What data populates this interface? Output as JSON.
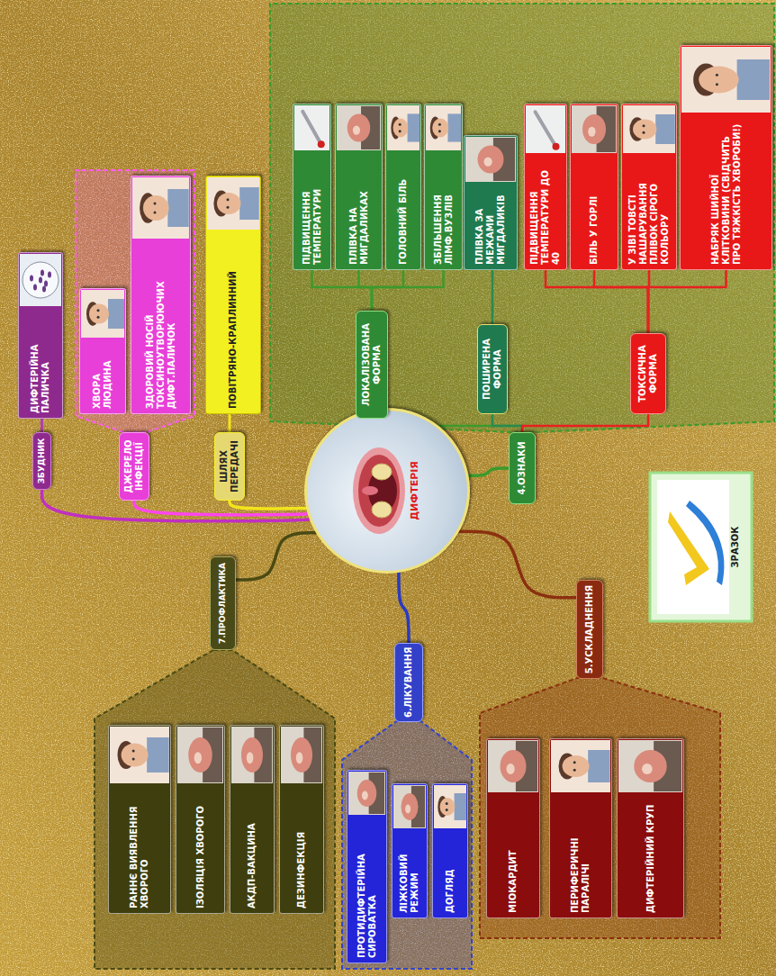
{
  "diagram": {
    "nodes": [
      {
        "text": [
          "ДИФТЕРІЯ"
        ]
      },
      {
        "text": [
          "ЗБУДНИК"
        ]
      },
      {
        "text": [
          "ДИФТЕРІЙНА ПАЛИЧКА"
        ]
      },
      {
        "text": [
          "ДЖЕРЕЛО ІНФЕКЦІЇ"
        ]
      },
      {
        "text": [
          "ХВОРА ЛЮДИНА"
        ]
      },
      {
        "text": [
          "ЗДОРОВИЙ НОСІЙ ТОКСИНОУТВОРЮЮЧИХ ДИФТ.ПАЛИЧОК"
        ]
      },
      {
        "text": [
          "ШЛЯХ ПЕРЕДАЧІ"
        ]
      },
      {
        "text": [
          "ПОВІТРЯНО-КРАПЛИННИЙ"
        ]
      },
      {
        "text": [
          "4.ОЗНАКИ"
        ]
      },
      {
        "text": [
          "ЛОКАЛІЗОВАНА ФОРМА"
        ]
      },
      {
        "text": [
          "ПІДВИЩЕННЯ ТЕМПЕРАТУРИ"
        ]
      },
      {
        "text": [
          "ПЛІВКА НА МИГДАЛИКАХ"
        ]
      },
      {
        "text": [
          "ГОЛОВНИЙ БІЛЬ"
        ]
      },
      {
        "text": [
          "ЗБІЛЬШЕННЯ ЛІМФ.ВУЗЛІВ"
        ]
      },
      {
        "text": [
          "ПОШИРЕНА ФОРМА"
        ]
      },
      {
        "text": [
          "ПЛІВКА ЗА МЕЖАМИ МИГДАЛИКІВ"
        ]
      },
      {
        "text": [
          "ТОКСИЧНА ФОРМА"
        ]
      },
      {
        "text": [
          "ПІДВИЩЕННЯ ТЕМПЕРАТУРИ ДО 40"
        ]
      },
      {
        "text": [
          "БІЛЬ У ГОРЛІ"
        ]
      },
      {
        "text": [
          "У ЗІВІ ТОВСТІ НАШАРУВАННЯ ПЛІВОК СІРОГО КОЛЬОРУ"
        ]
      },
      {
        "text": [
          "НАБРЯК ШИЙНОЇ КЛІТКОВИНИ (СВІДЧИТЬ ПРО ТЯЖКІСТЬ ХВОРОБИ!)"
        ]
      },
      {
        "text": [
          "5.УСКЛАДНЕННЯ"
        ]
      },
      {
        "text": [
          "МІОКАРДИТ"
        ]
      },
      {
        "text": [
          "ПЕРИФЕРИЧНІ ПАРАЛІЧІ"
        ]
      },
      {
        "text": [
          "ДИФТЕРІЙНИЙ КРУП"
        ]
      },
      {
        "text": [
          "6.ЛІКУВАННЯ"
        ]
      },
      {
        "text": [
          "ПРОТИДИФТЕРІЙНА СИРОВАТКА"
        ]
      },
      {
        "text": [
          "ЛІЖКОВИЙ РЕЖИМ"
        ]
      },
      {
        "text": [
          "ДОГЛЯД"
        ]
      },
      {
        "text": [
          "7.ПРОФЛАКТИКА"
        ]
      },
      {
        "text": [
          "РАННЄ ВИЯВЛЕННЯ ХВОРОГО"
        ]
      },
      {
        "text": [
          "ІЗОЛЯЦІЯ ХВОРОГО"
        ]
      },
      {
        "text": [
          "АКДП-ВАКЦИНА"
        ]
      },
      {
        "text": [
          "ДЕЗИНФЕКЦІЯ"
        ]
      }
    ],
    "edges": [
      {
        "from": 0,
        "to": 1,
        "arrow": "none"
      },
      {
        "from": 1,
        "to": 2,
        "arrow": "none"
      },
      {
        "from": 0,
        "to": 3,
        "arrow": "none"
      },
      {
        "from": 0,
        "to": 6,
        "arrow": "none"
      },
      {
        "from": 6,
        "to": 7,
        "arrow": "none"
      },
      {
        "from": 0,
        "to": 8,
        "arrow": "none"
      },
      {
        "from": 8,
        "to": 9,
        "arrow": "none"
      },
      {
        "from": 9,
        "to": 10,
        "arrow": "none"
      },
      {
        "from": 9,
        "to": 11,
        "arrow": "none"
      },
      {
        "from": 9,
        "to": 12,
        "arrow": "none"
      },
      {
        "from": 9,
        "to": 13,
        "arrow": "none"
      },
      {
        "from": 8,
        "to": 14,
        "arrow": "none"
      },
      {
        "from": 14,
        "to": 15,
        "arrow": "none"
      },
      {
        "from": 8,
        "to": 16,
        "arrow": "none"
      },
      {
        "from": 16,
        "to": 17,
        "arrow": "none"
      },
      {
        "from": 16,
        "to": 18,
        "arrow": "none"
      },
      {
        "from": 16,
        "to": 19,
        "arrow": "none"
      },
      {
        "from": 16,
        "to": 20,
        "arrow": "none"
      },
      {
        "from": 0,
        "to": 21,
        "arrow": "none"
      },
      {
        "from": 0,
        "to": 25,
        "arrow": "none"
      },
      {
        "from": 0,
        "to": 29,
        "arrow": "none"
      }
    ],
    "labels": [
      "ЗРАЗОК"
    ]
  }
}
